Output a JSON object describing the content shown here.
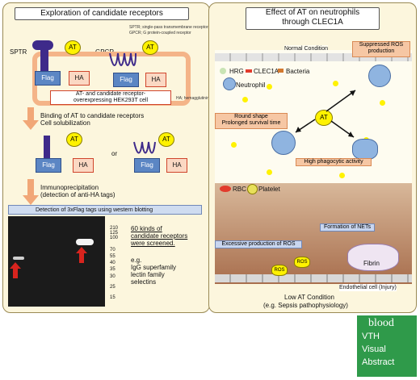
{
  "left": {
    "title": "Exploration of candidate receptors",
    "sptr_note": "SPTR; single-pass transmembrane receptors",
    "gpcr_note": "GPCR; G protein-coupled receptor",
    "sptr": "SPTR",
    "gpcr": "GPCR",
    "at": "AT",
    "flag": "Flag",
    "ha": "HA",
    "cell_line1": "AT- and candidate receptor-",
    "cell_line2": "overexpressing HEK293T cell",
    "ha_note": "HA; hemagglutinin",
    "step1_line1": "Binding of AT to candidate receptors",
    "step1_line2": "Cell solubilization",
    "or": "or",
    "step2_line1": "Immunoprecipitation",
    "step2_line2": "(detection of anti-HA tags)",
    "blot_title": "Detection of 3xFlag tags using western blotting",
    "markers": [
      "210",
      "125",
      "100",
      "70",
      "55",
      "40",
      "35",
      "30",
      "25",
      "15"
    ],
    "screen_line1": "60 kinds of",
    "screen_line2": "candidate receptors",
    "screen_line3": "were screened.",
    "eg": "e.g.",
    "eg1": "IgG superfamily",
    "eg2": "lectin family",
    "eg3": "selectins"
  },
  "right": {
    "title_line1": "Effect of AT on neutrophils",
    "title_line2": "through CLEC1A",
    "normal": "Normal Condition",
    "suppressed1": "Suppressed ROS",
    "suppressed2": "production",
    "hrg": "HRG",
    "clec": "CLEC1A",
    "bacteria": "Bacteria",
    "neutrophil": "Neutrophil",
    "round1": "Round shape",
    "round2": "Prolonged survival time",
    "at": "AT",
    "phago": "High phagocytic activity",
    "rbc": "RBC",
    "platelet": "Platelet",
    "nets": "Formation of NETs",
    "ros_excess": "Excessive production of ROS",
    "ros": "ROS",
    "fibrin": "Fibrin",
    "endo": "Endothelial cell (Injury)",
    "low1": "Low AT Condition",
    "low2": "(e.g. Sepsis pathophysiology)"
  },
  "badge": {
    "blood": "blood",
    "vth": "VTH",
    "visual": "Visual",
    "abstract": "Abstract"
  },
  "colors": {
    "panel": "#fcf6dd",
    "flag": "#5b86c4",
    "ha": "#fbd8c3",
    "at": "#fff200",
    "orange": "#f4b488",
    "badge": "#2f9a4a"
  }
}
